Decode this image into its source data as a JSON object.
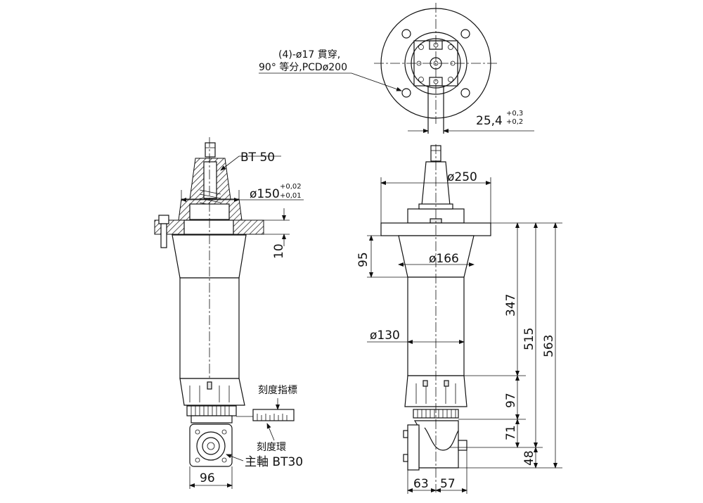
{
  "labels": {
    "holes_line1": "(4)-ø17 貫穿,",
    "holes_line2": "90° 等分,PCDø200",
    "key_width": "25,4",
    "key_tol_upper": "+0,3",
    "key_tol_lower": "+0,2",
    "taper": "BT 50",
    "pilot_dia": "ø150",
    "pilot_tol_upper": "+0,02",
    "pilot_tol_lower": "+0,01",
    "flange_thk": "10",
    "scale_indicator": "刻度指標",
    "scale_ring": "刻度環",
    "spindle": "主軸 BT30",
    "head_width": "96",
    "flange_dia": "ø250",
    "cone_height": "95",
    "cone_dia": "ø166",
    "body_dia": "ø130",
    "len_347": "347",
    "len_515": "515",
    "len_563": "563",
    "len_97": "97",
    "len_71": "71",
    "len_48": "48",
    "off_63": "63",
    "off_57": "57"
  }
}
